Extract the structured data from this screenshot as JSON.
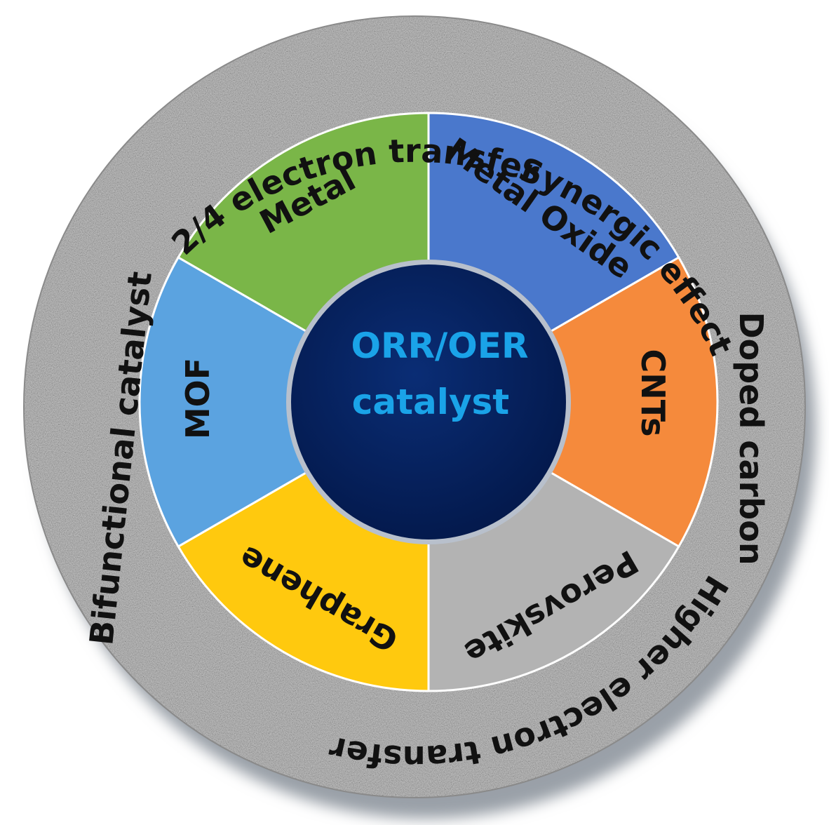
{
  "center": {
    "line1": "ORR/OER",
    "line2": "catalyst",
    "color": "#1aa3e8",
    "fill": "#06235f"
  },
  "segments": [
    {
      "label": "Metal",
      "color": "#7ab648"
    },
    {
      "label": "Metal Oxide",
      "color": "#4a78cc"
    },
    {
      "label": "CNTs",
      "color": "#f58a3c"
    },
    {
      "label": "Perovskite",
      "color": "#b3b3b3"
    },
    {
      "label": "Graphene",
      "color": "#ffc90e"
    },
    {
      "label": "MOF",
      "color": "#5ba3e0"
    }
  ],
  "outer_ring": {
    "labels": [
      "2/4 electron transfer",
      "Synergic effect",
      "Doped carbon",
      "Higher electron transfer",
      "Bifunctional catalyst"
    ],
    "color": "#9c9c9c"
  }
}
